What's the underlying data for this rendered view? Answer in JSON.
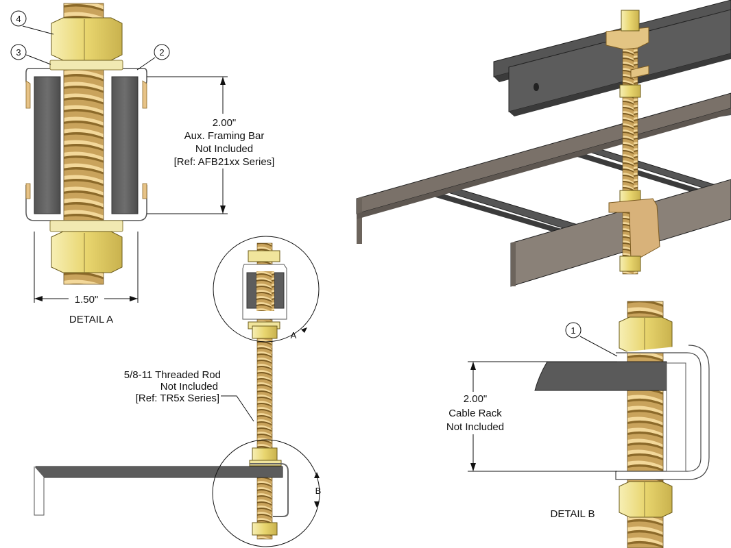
{
  "detail_a": {
    "title": "DETAIL A",
    "height_dim": "2.00\"",
    "width_dim": "1.50\"",
    "note_line1": "Aux. Framing Bar",
    "note_line2": "Not Included",
    "note_line3": "[Ref: AFB21xx Series]"
  },
  "detail_b": {
    "title": "DETAIL B",
    "height_dim": "2.00\"",
    "note_line1": "Cable Rack",
    "note_line2": "Not Included"
  },
  "rod_note": {
    "line1": "5/8-11 Threaded Rod",
    "line2": "Not Included",
    "line3": "[Ref: TR5x Series]"
  },
  "balloons": {
    "b1": "1",
    "b2": "2",
    "b3": "3",
    "b4": "4"
  },
  "callouts": {
    "a": "A",
    "b": "B"
  },
  "colors": {
    "brass": "#efe08a",
    "brass_dark": "#b69a44",
    "copper": "#d8b27a",
    "bar_dark": "#5b5b5b",
    "steel": "#8a8178"
  }
}
